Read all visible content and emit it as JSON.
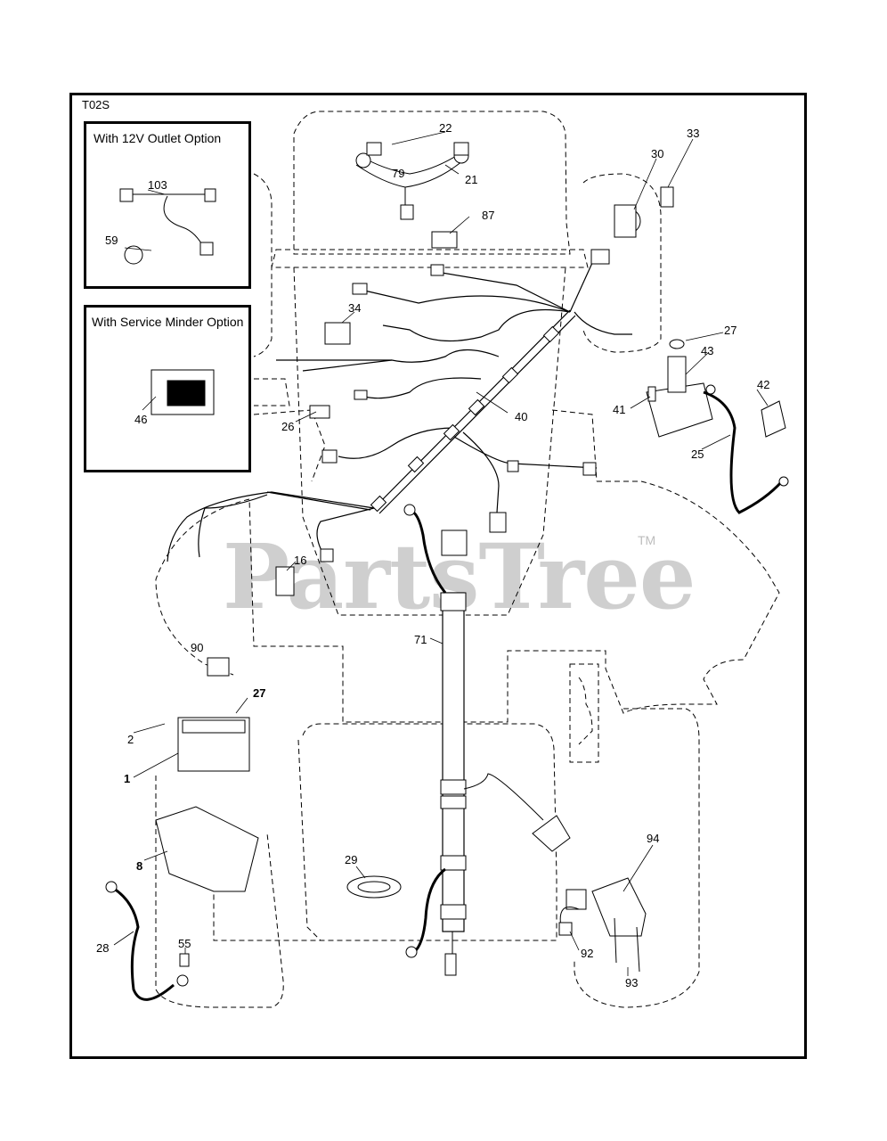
{
  "diagram_code": "T02S",
  "insets": {
    "outlet": "With 12V Outlet Option",
    "minder": "With Service Minder Option"
  },
  "watermark": "PartsTree",
  "watermark_tm": "TM",
  "labels": {
    "p1": "1",
    "p2": "2",
    "p8": "8",
    "p16": "16",
    "p21": "21",
    "p22": "22",
    "p25": "25",
    "p26": "26",
    "p27a": "27",
    "p27b": "27",
    "p28": "28",
    "p29": "29",
    "p30": "30",
    "p33": "33",
    "p34": "34",
    "p40": "40",
    "p41": "41",
    "p42": "42",
    "p43": "43",
    "p46": "46",
    "p55": "55",
    "p59": "59",
    "p71": "71",
    "p79": "79",
    "p87": "87",
    "p90": "90",
    "p92": "92",
    "p93": "93",
    "p94": "94",
    "p103": "103"
  }
}
